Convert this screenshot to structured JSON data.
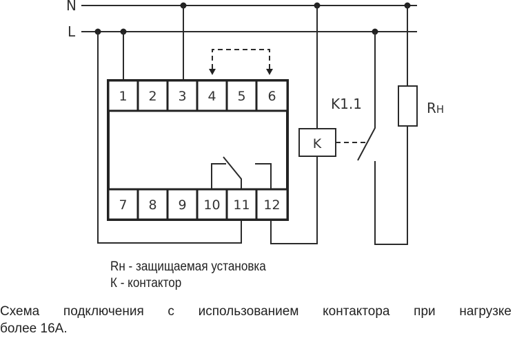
{
  "bus": {
    "neutral_label": "N",
    "line_label": "L"
  },
  "module": {
    "top_terminals": [
      "1",
      "2",
      "3",
      "4",
      "5",
      "6"
    ],
    "bottom_terminals": [
      "7",
      "8",
      "9",
      "10",
      "11",
      "12"
    ]
  },
  "contactor": {
    "coil_label": "K",
    "contact_label": "K1.1"
  },
  "load": {
    "label_main": "R",
    "label_sub": "H"
  },
  "legend": [
    "Rн - защищаемая установка",
    "К - контактор"
  ],
  "caption": {
    "line1": "Схема подключения с использованием контактора при нагрузке",
    "line2": "более 16А."
  }
}
